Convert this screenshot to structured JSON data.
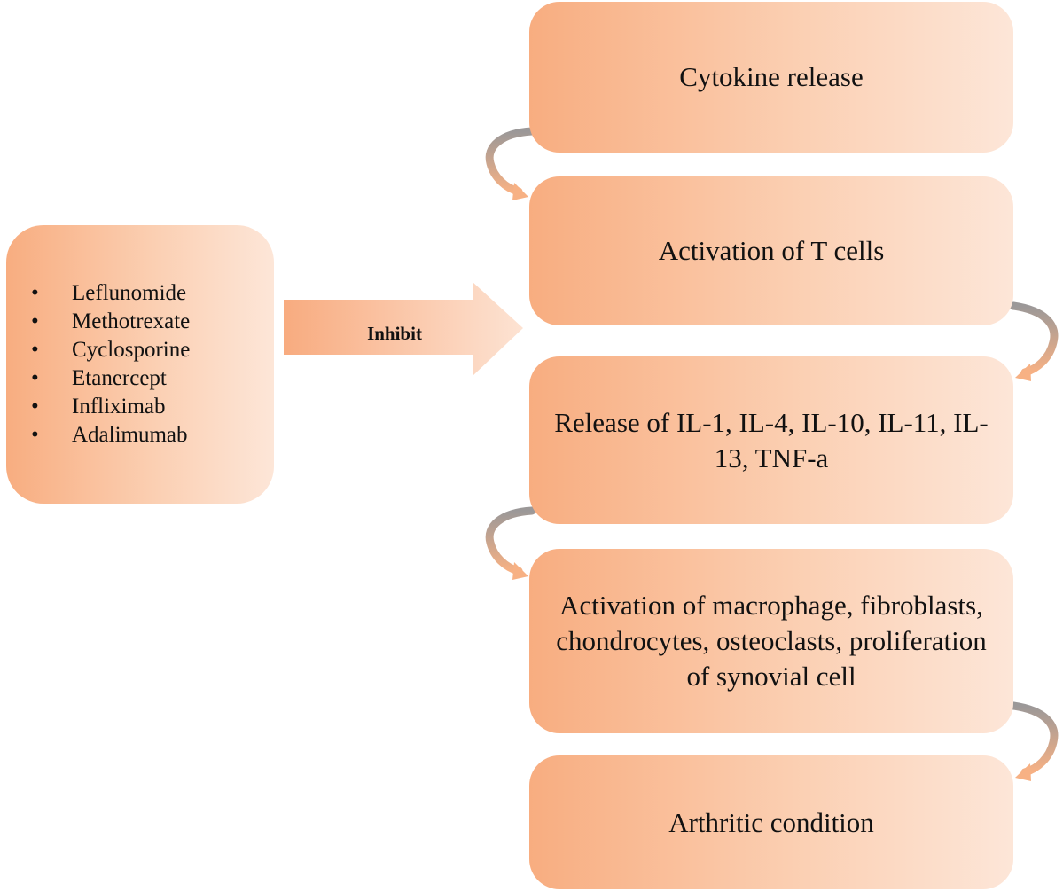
{
  "diagram": {
    "drugs": [
      "Leflunomide",
      "Methotrexate",
      "Cyclosporine",
      "Etanercept",
      "Infliximab",
      "Adalimumab"
    ],
    "inhibit_label": "Inhibit",
    "steps": [
      "Cytokine release",
      "Activation of T cells",
      "Release of IL-1, IL-4, IL-10, IL-11, IL-13, TNF-a",
      "Activation of macrophage, fibroblasts, chondrocytes, osteoclasts, proliferation of synovial cell",
      "Arthritic condition"
    ]
  },
  "colors": {
    "box_start": "#f8ad80",
    "box_end": "#fde6d8",
    "connector_start": "#9b9898",
    "connector_end": "#f7b184"
  }
}
